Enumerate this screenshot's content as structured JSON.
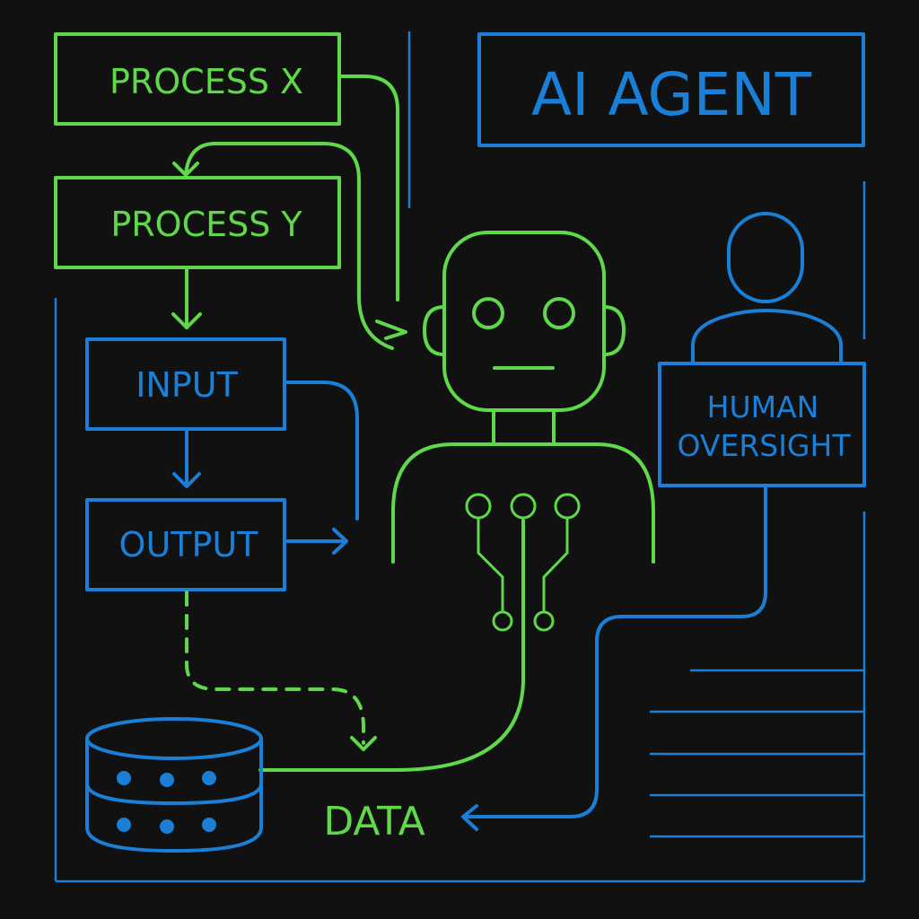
{
  "title": "AI AGENT",
  "colors": {
    "background": "#111111",
    "green": "#5fd94a",
    "blue": "#1a7fd6"
  },
  "nodes": {
    "process_x": "PROCESS X",
    "process_y": "PROCESS Y",
    "input": "INPUT",
    "output": "OUTPUT",
    "human_oversight_line1": "HUMAN",
    "human_oversight_line2": "OVERSIGHT",
    "data": "DATA"
  },
  "icons": {
    "agent": "robot-icon",
    "human": "person-icon",
    "database": "database-icon",
    "circuit": "circuit-icon"
  },
  "edges": [
    {
      "from": "PROCESS X",
      "to": "AI AGENT",
      "style": "solid"
    },
    {
      "from": "AI AGENT",
      "to": "PROCESS Y",
      "style": "solid"
    },
    {
      "from": "PROCESS Y",
      "to": "INPUT",
      "style": "solid"
    },
    {
      "from": "INPUT",
      "to": "OUTPUT",
      "style": "solid"
    },
    {
      "from": "OUTPUT",
      "to": "AI AGENT",
      "style": "solid"
    },
    {
      "from": "OUTPUT",
      "to": "DATA",
      "style": "dashed"
    },
    {
      "from": "AI AGENT",
      "to": "DATA",
      "style": "solid"
    },
    {
      "from": "HUMAN OVERSIGHT",
      "to": "DATA",
      "style": "solid"
    }
  ]
}
